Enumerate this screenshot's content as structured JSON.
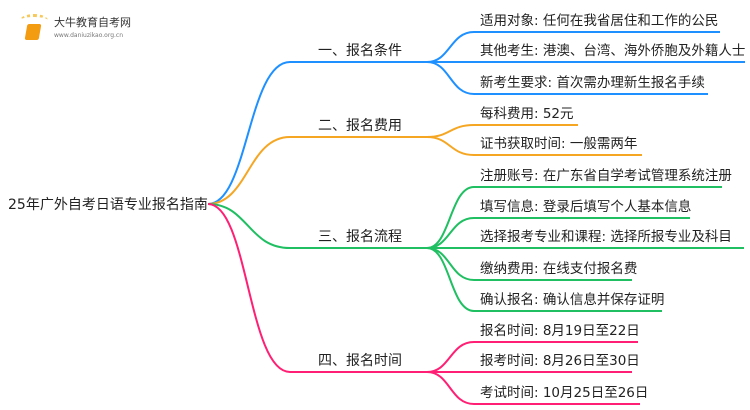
{
  "logo": {
    "name": "大牛教育自考网",
    "url": "www.daniuzikao.org.cn"
  },
  "root": "25年广外自考日语专业报名指南",
  "branches": [
    {
      "label": "一、报名条件",
      "color": "#1e90ff",
      "leaves": [
        "适用对象: 任何在我省居住和工作的公民",
        "其他考生: 港澳、台湾、海外侨胞及外籍人士",
        "新考生要求: 首次需办理新生报名手续"
      ]
    },
    {
      "label": "二、报名费用",
      "color": "#f5a623",
      "leaves": [
        "每科费用: 52元",
        "证书获取时间: 一般需两年"
      ]
    },
    {
      "label": "三、报名流程",
      "color": "#1fbf62",
      "leaves": [
        "注册账号: 在广东省自学考试管理系统注册",
        "填写信息: 登录后填写个人基本信息",
        "选择报考专业和课程: 选择所报专业及科目",
        "缴纳费用: 在线支付报名费",
        "确认报名: 确认信息并保存证明"
      ]
    },
    {
      "label": "四、报名时间",
      "color": "#ff1f74",
      "leaves": [
        "报名时间: 8月19日至22日",
        "报考时间: 8月26日至30日",
        "考试时间: 10月25日至26日"
      ]
    }
  ]
}
